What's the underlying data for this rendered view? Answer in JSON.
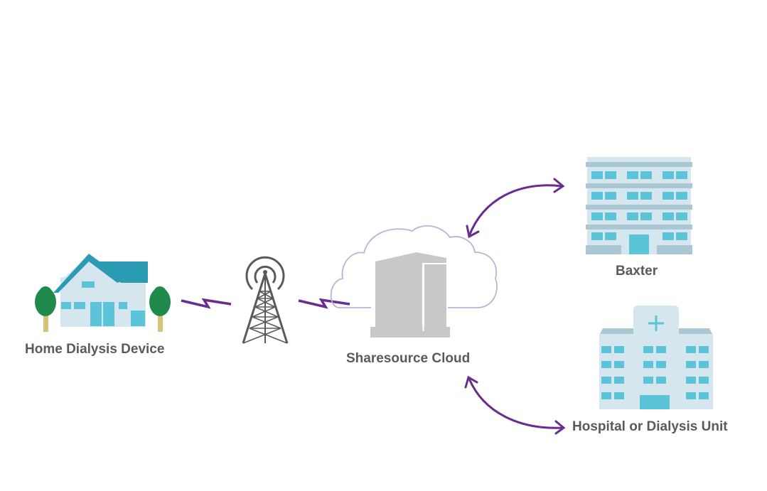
{
  "diagram": {
    "title": "Sharesource connectivity flow",
    "nodes": [
      {
        "id": "home",
        "label": "Home Dialysis Device",
        "icon": "house-icon"
      },
      {
        "id": "tower",
        "label": "",
        "icon": "cell-tower-icon"
      },
      {
        "id": "cloud",
        "label": "Sharesource Cloud",
        "icon": "cloud-server-icon"
      },
      {
        "id": "baxter",
        "label": "Baxter",
        "icon": "office-building-icon"
      },
      {
        "id": "hospital",
        "label": "Hospital or Dialysis Unit",
        "icon": "hospital-icon"
      }
    ],
    "edges": [
      {
        "from": "home",
        "to": "tower",
        "style": "wireless-zigzag"
      },
      {
        "from": "tower",
        "to": "cloud",
        "style": "wireless-zigzag"
      },
      {
        "from": "cloud",
        "to": "baxter",
        "style": "bidirectional-arrow"
      },
      {
        "from": "cloud",
        "to": "hospital",
        "style": "bidirectional-arrow"
      }
    ],
    "colors": {
      "accent": "#6a2c91",
      "cloud_outline": "#c3aed6",
      "building": "#d6e6ee",
      "window": "#5bc4d8",
      "roof": "#2b9bb3",
      "tree": "#1f8a4c",
      "server": "#c8c8c8",
      "tower": "#5a5a5a",
      "label": "#5a5a5a"
    }
  }
}
